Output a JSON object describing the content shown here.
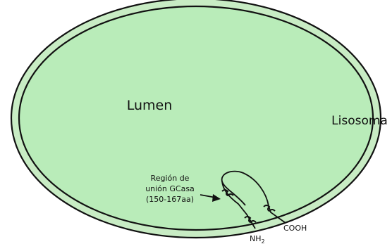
{
  "diagram": {
    "lumen_label": "Lumen",
    "organelle_label": "Lisosoma",
    "binding_region_lines": [
      "Región de",
      "unión GCasa",
      "(150-167aa)"
    ],
    "nh2_label": "NH",
    "nh2_subscript": "2",
    "cooh_label": "COOH"
  },
  "colors": {
    "lumen_fill": "#b9ecb9",
    "membrane_fill": "#c8ecc4",
    "outline": "#111111"
  }
}
